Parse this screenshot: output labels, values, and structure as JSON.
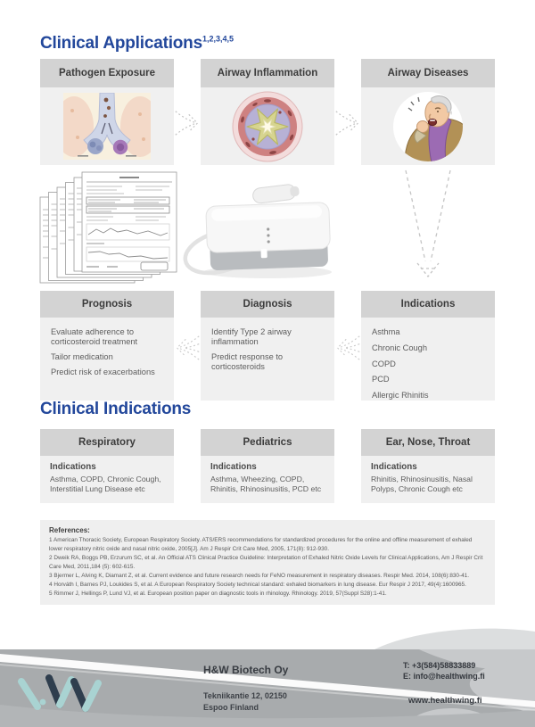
{
  "page": {
    "title1": "Clinical Applications",
    "title1_sup": "1,2,3,4,5",
    "title2": "Clinical Indications"
  },
  "flow": {
    "stage_cards": [
      {
        "title": "Pathogen Exposure",
        "image": "airway-pathogen-illustration"
      },
      {
        "title": "Airway Inflammation",
        "image": "airway-cross-section-illustration"
      },
      {
        "title": "Airway Diseases",
        "image": "coughing-man-illustration"
      }
    ],
    "result_cards": [
      {
        "title": "Prognosis",
        "lines": [
          "Evaluate adherence to corticosteroid treatment",
          "Tailor medication",
          "Predict risk of exacerbations"
        ]
      },
      {
        "title": "Diagnosis",
        "lines": [
          "Identify Type 2 airway inflammation",
          "Predict response to corticosteroids"
        ]
      },
      {
        "title": "Indications",
        "lines": [
          "Asthma",
          "Chronic Cough",
          "COPD",
          "PCD",
          "Allergic Rhinitis"
        ]
      }
    ]
  },
  "clinical_indications": {
    "cards": [
      {
        "title": "Respiratory",
        "label": "Indications",
        "text": "Asthma, COPD, Chronic Cough, Interstitial Lung Disease etc"
      },
      {
        "title": "Pediatrics",
        "label": "Indications",
        "text": "Asthma, Wheezing, COPD, Rhinitis, Rhinosinusitis, PCD etc"
      },
      {
        "title": "Ear, Nose, Throat",
        "label": "Indications",
        "text": "Rhinitis, Rhinosinusitis, Nasal Polyps, Chronic Cough etc"
      }
    ]
  },
  "references": {
    "title": "References:",
    "items": [
      "1 American Thoracic Society, European Respiratory Society. ATS/ERS recommendations for standardized procedures for the online and offline measurement of exhaled lower respiratory nitric oxide and nasal nitric oxide, 2005[J]. Am J Respir Crit Care Med, 2005, 171(8): 912-930.",
      "2 Dweik RA, Boggs PB, Erzurum SC, et al. An Official ATS Clinical Practice Guideline: Interpretation of Exhaled Nitric Oxide Levels for Clinical Applications, Am J Respir Crit Care Med, 2011,184 (5): 602-615.",
      "3  Bjermer L, Alving K, Diamant Z, et al. Current evidence and future research needs for FeNO measurement in respiratory diseases. Respir Med. 2014,  108(6):830-41.",
      "4  Horváth I, Barnes PJ, Loukides S, et al. A European Respiratory Society technical standard: exhaled biomarkers in lung disease. Eur Respir J 2017, 49(4):1600965.",
      "5  Rimmer J, Hellings P, Lund VJ, et al. European position paper on diagnostic tools in rhinology. Rhinology. 2019, 57(Suppl S28):1-41."
    ]
  },
  "footer": {
    "company": "H&W Biotech Oy",
    "address1": "Tekniikantie 12, 02150",
    "address2": "Espoo Finland",
    "phone": "T:  +3(584)58833889",
    "email": "E: info@healthwing.fi",
    "website": "www.healthwing.fi"
  },
  "icons": {
    "arrow_right": "dashed-arrow-right-icon",
    "arrow_left": "dashed-arrow-left-icon",
    "arrow_down": "dashed-arrow-down-icon",
    "logo": "hw-healthwing-logo"
  },
  "colors": {
    "accent_blue": "#22479b",
    "card_header_gray": "#d3d3d3",
    "card_body_gray": "#f0f0f0",
    "footer_gray": "#a8abad",
    "logo_teal": "#a9d3d2",
    "logo_navy": "#2f3e4e"
  }
}
